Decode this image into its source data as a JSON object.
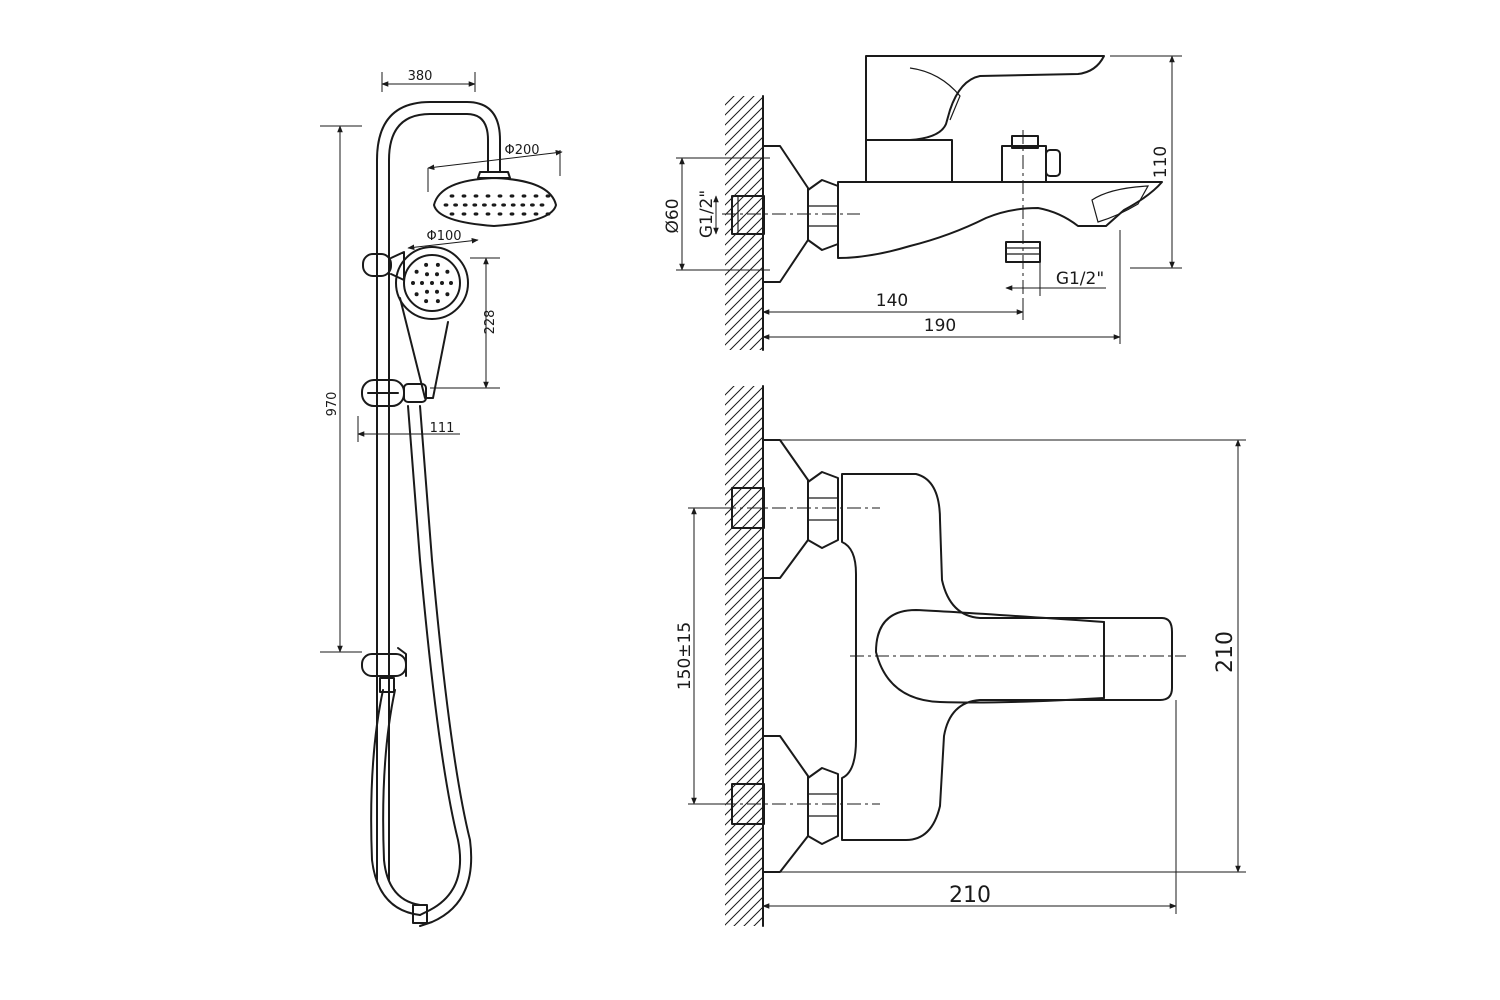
{
  "shower_column": {
    "dim_arm": "380",
    "dim_head": "Φ200",
    "dim_hand": "Φ100",
    "dim_hand_height": "228",
    "dim_height": "970",
    "dim_holder": "111"
  },
  "mixer_side_view": {
    "dim_flange": "Ø60",
    "dim_inlet": "G1/2\"",
    "dim_outlet": "G1/2\"",
    "dim_height": "110",
    "dim_outlet_offset": "140",
    "dim_depth": "190"
  },
  "mixer_top_view": {
    "dim_centres": "150±15",
    "dim_width": "210",
    "dim_depth": "210"
  },
  "colors": {
    "line": "#1a1a1a",
    "background": "#ffffff"
  }
}
